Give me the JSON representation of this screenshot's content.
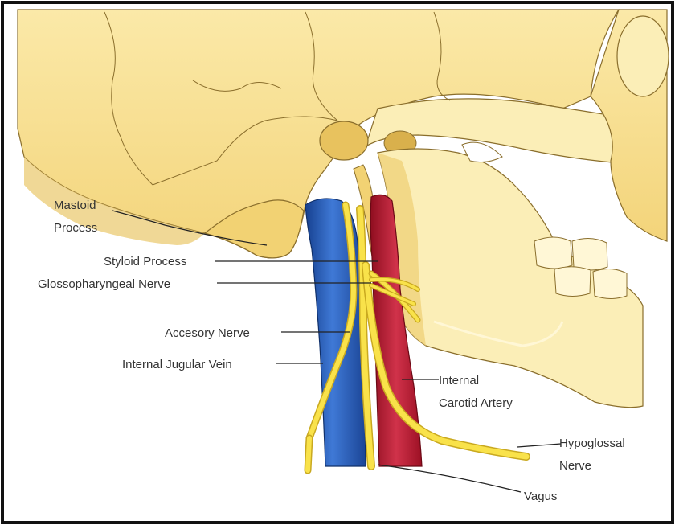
{
  "labels": {
    "mastoid_process_line1": "Mastoid",
    "mastoid_process_line2": "Process",
    "styloid_process": "Styloid Process",
    "glossopharyngeal_nerve": "Glossopharyngeal Nerve",
    "accessory_nerve": "Accesory Nerve",
    "internal_jugular_vein": "Internal Jugular Vein",
    "internal_carotid_artery_line1": "Internal",
    "internal_carotid_artery_line2": "Carotid Artery",
    "hypoglossal_nerve_line1": "Hypoglossal",
    "hypoglossal_nerve_line2": "Nerve",
    "vagus": "Vagus"
  },
  "colors": {
    "bone": "#f7df8e",
    "bone_light": "#fbeeb7",
    "bone_shadow": "#ddb955",
    "suture": "#8a6e2c",
    "vein": "#1f4fa3",
    "vein_highlight": "#3f79d6",
    "artery": "#b5142a",
    "artery_highlight": "#e0405a",
    "nerve": "#f9e24a",
    "nerve_outline": "#c9a920",
    "leader_line": "#222222",
    "frame": "#111111"
  }
}
